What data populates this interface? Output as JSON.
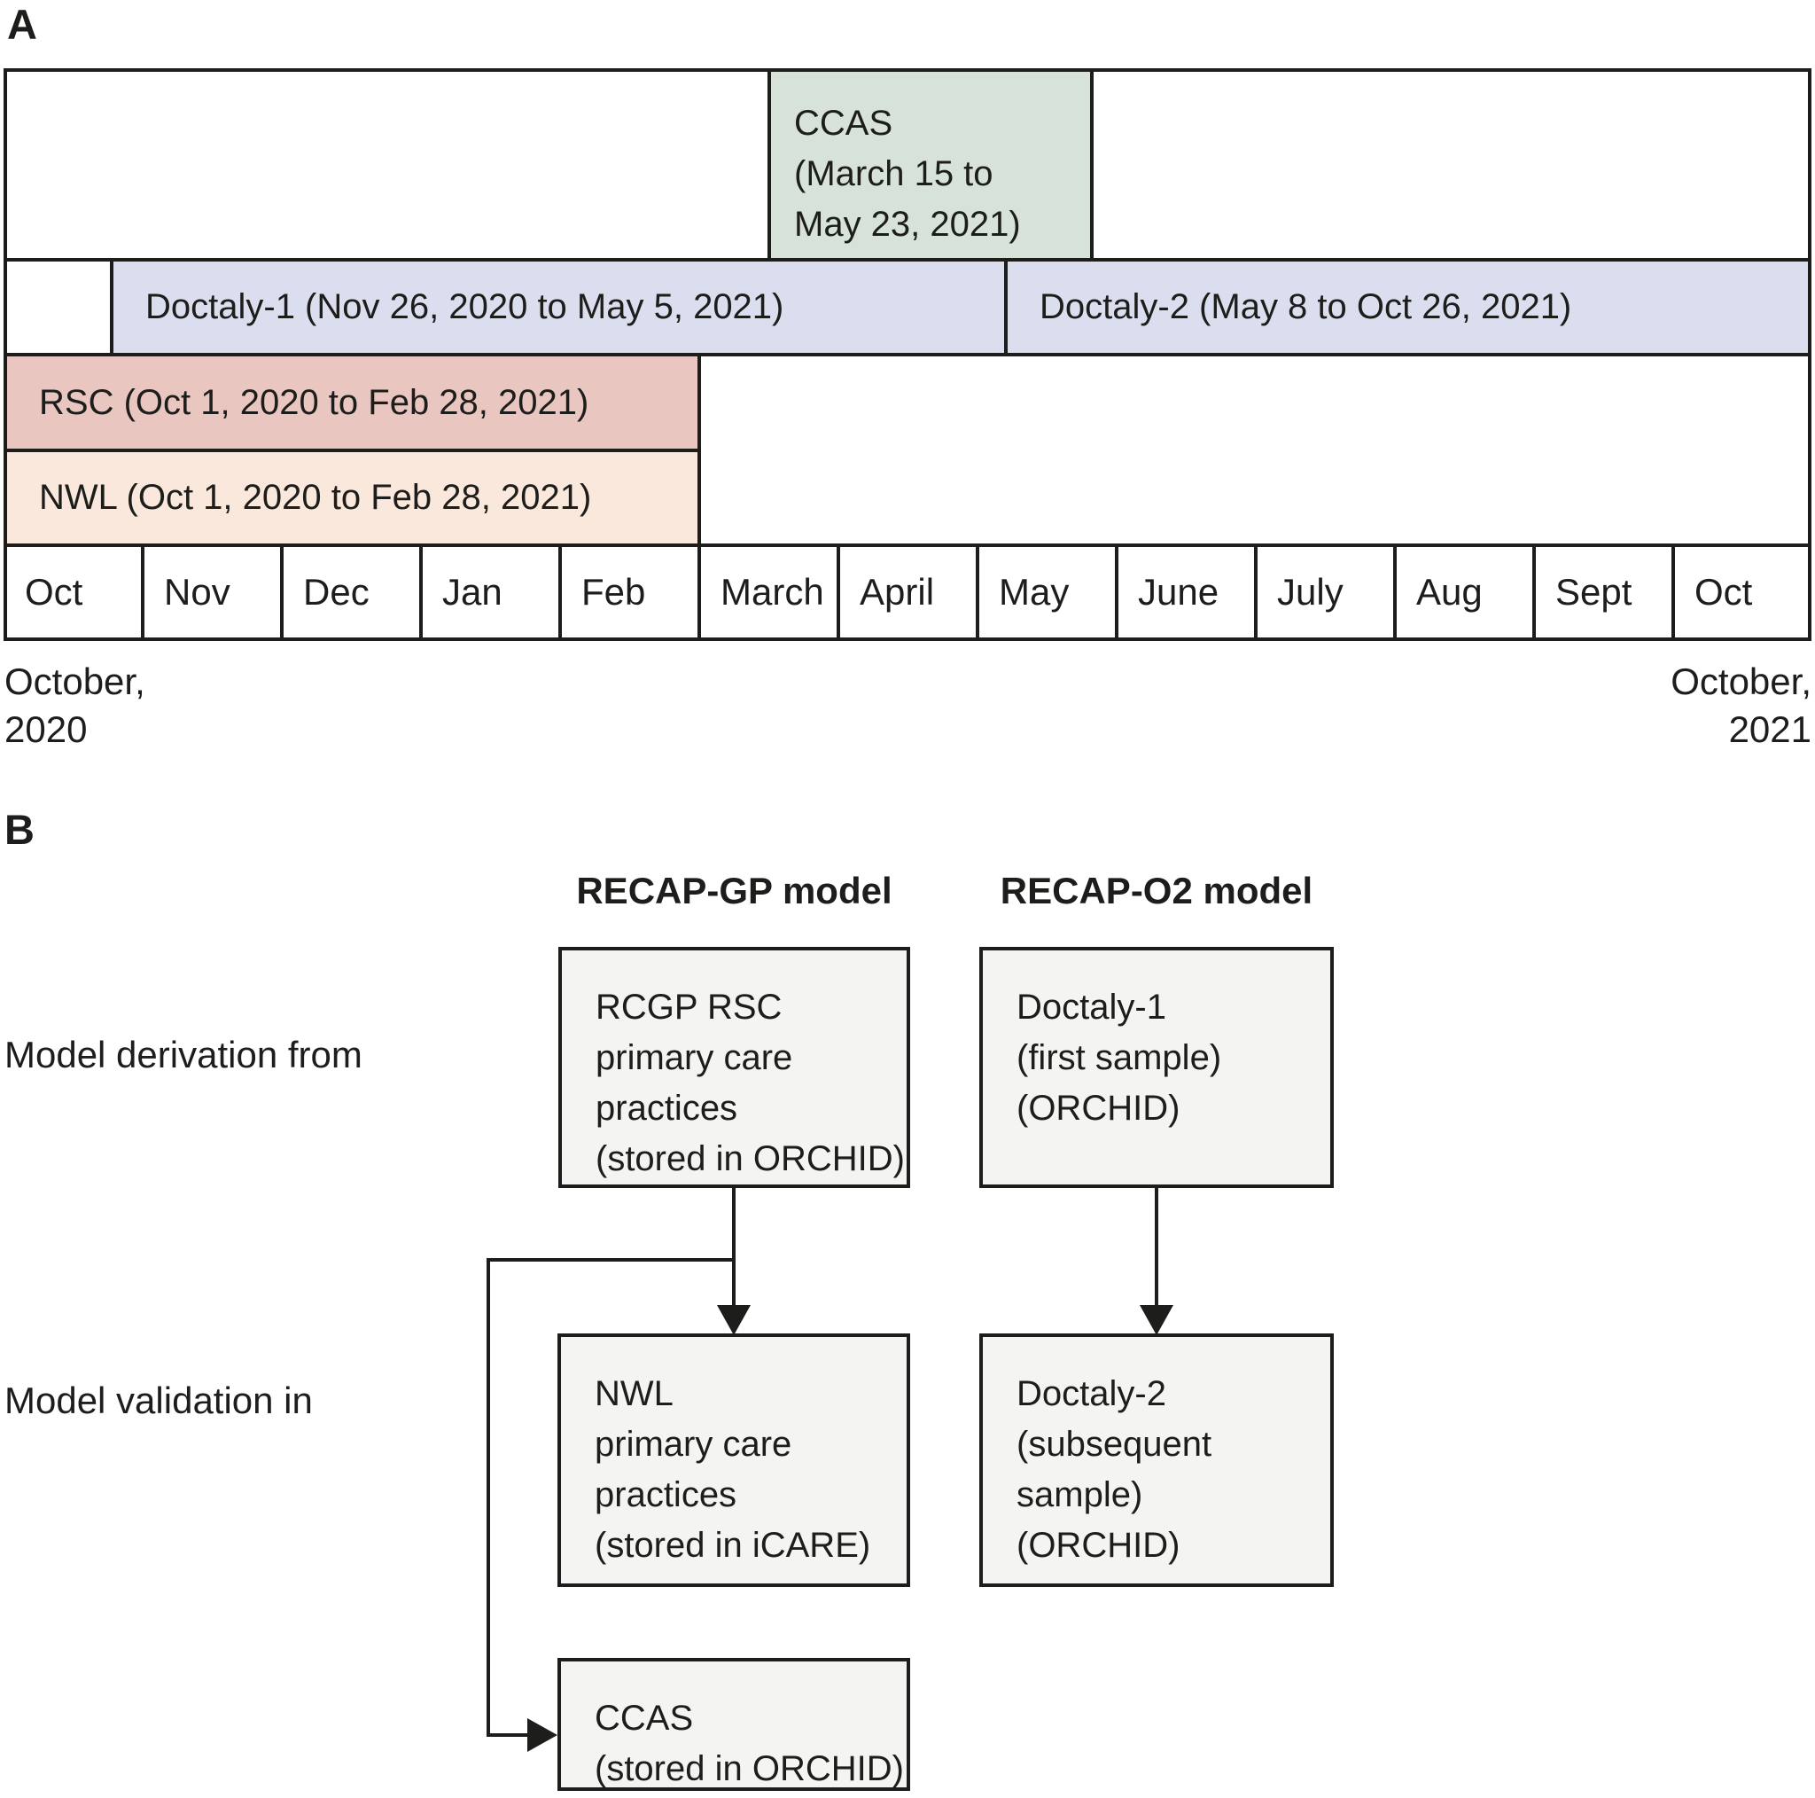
{
  "panelA": {
    "label": "A",
    "timeline": {
      "ccas": {
        "lines": [
          "CCAS",
          "(March 15 to",
          "May 23, 2021)"
        ]
      },
      "doctaly1": {
        "label": "Doctaly-1 (Nov 26, 2020 to May 5, 2021)"
      },
      "doctaly2": {
        "label": "Doctaly-2 (May 8 to Oct 26, 2021)"
      },
      "rsc": {
        "label": "RSC (Oct 1, 2020 to Feb 28, 2021)"
      },
      "nwl": {
        "label": "NWL (Oct 1, 2020 to Feb 28, 2021)"
      },
      "months": [
        "Oct",
        "Nov",
        "Dec",
        "Jan",
        "Feb",
        "March",
        "April",
        "May",
        "June",
        "July",
        "Aug",
        "Sept",
        "Oct"
      ],
      "start_label": {
        "lines": [
          "October,",
          "2020"
        ]
      },
      "end_label": {
        "lines": [
          "October,",
          "2021"
        ]
      }
    }
  },
  "panelB": {
    "label": "B",
    "headings": {
      "recap_gp": "RECAP-GP model",
      "recap_o2": "RECAP-O2 model"
    },
    "row_labels": {
      "derivation": "Model derivation from",
      "validation": "Model validation in"
    },
    "boxes": {
      "rcgp_rsc": {
        "lines": [
          "RCGP RSC",
          "primary care",
          "practices",
          "(stored in ORCHID)"
        ]
      },
      "doctaly1": {
        "lines": [
          "Doctaly-1",
          "(first sample)",
          "(ORCHID)"
        ]
      },
      "nwl": {
        "lines": [
          "NWL",
          "primary care",
          "practices",
          "(stored in iCARE)"
        ]
      },
      "doctaly2": {
        "lines": [
          "Doctaly-2",
          "(subsequent",
          "sample)",
          "(ORCHID)"
        ]
      },
      "ccas": {
        "lines": [
          "CCAS",
          "(stored in ORCHID)"
        ]
      }
    }
  },
  "colors": {
    "ink": "#1d1d1b",
    "ccas_green": "#d7e3d9",
    "doctaly_lavender": "#dbdeee",
    "rsc_pink": "#e9c6c0",
    "nwl_peach": "#fbe8dc",
    "flow_box_gray": "#f4f4f3"
  }
}
